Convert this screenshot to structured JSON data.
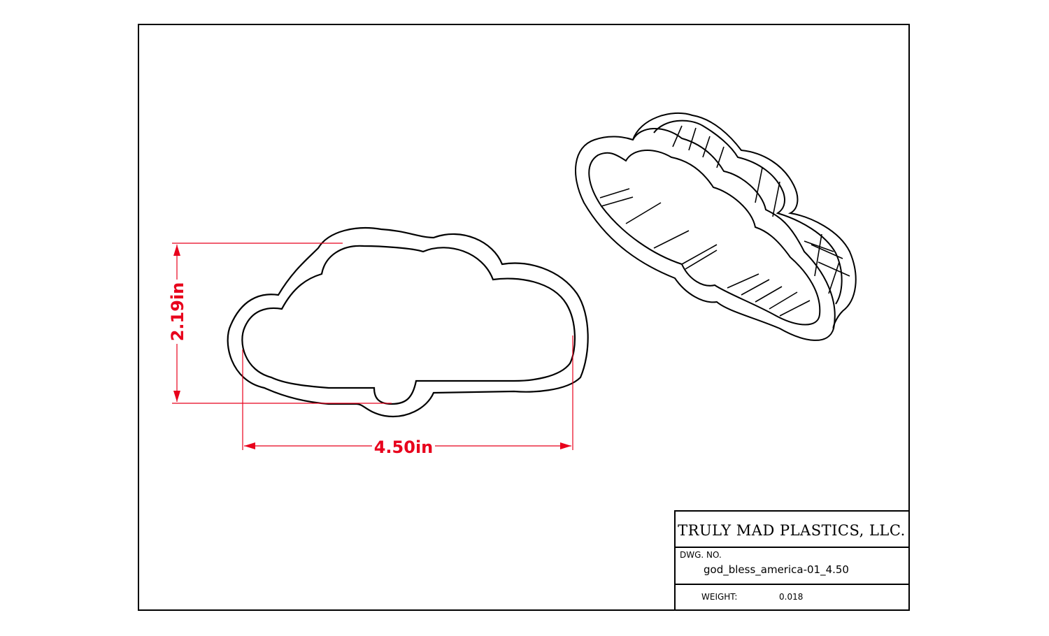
{
  "dimensions": {
    "height_label": "2.19in",
    "width_label": "4.50in"
  },
  "title_block": {
    "company": "TRULY MAD PLASTICS, LLC.",
    "dwg_no_label": "DWG.  NO.",
    "dwg_no_value": "god_bless_america-01_4.50",
    "weight_label": "WEIGHT:",
    "weight_value": "0.018"
  },
  "colors": {
    "dimension": "#e8001c",
    "line": "#000000"
  }
}
